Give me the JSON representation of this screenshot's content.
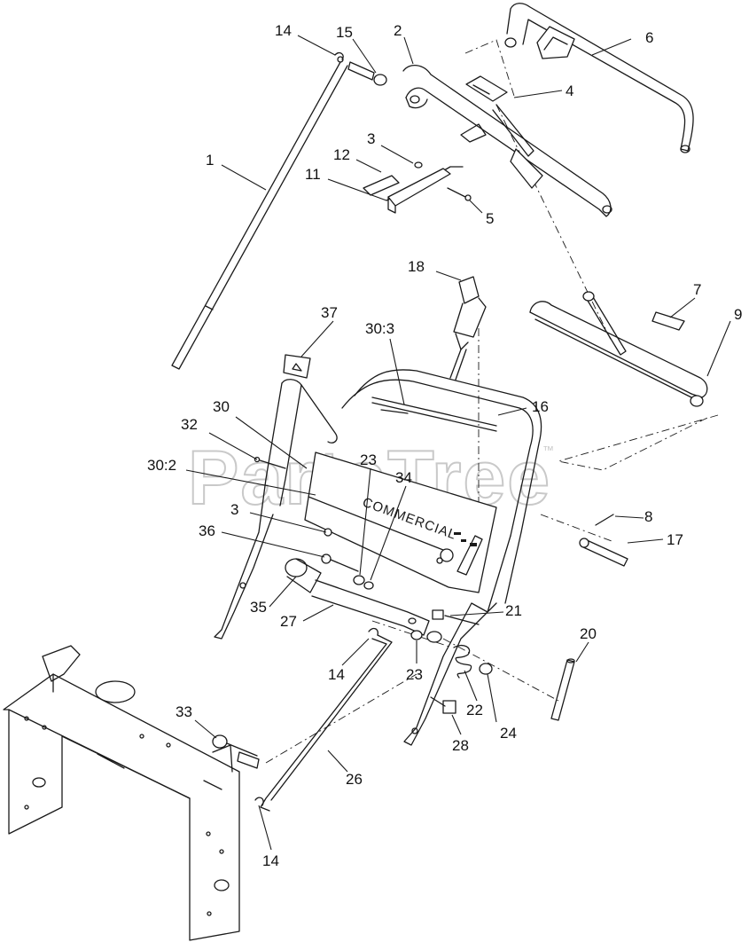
{
  "watermark": {
    "text": "PartsTree",
    "trademark": "™"
  },
  "decal_text": "COMMERCIAL",
  "callouts": [
    {
      "id": "c14a",
      "label": "14"
    },
    {
      "id": "c15",
      "label": "15"
    },
    {
      "id": "c2",
      "label": "2"
    },
    {
      "id": "c6",
      "label": "6"
    },
    {
      "id": "c4",
      "label": "4"
    },
    {
      "id": "c3a",
      "label": "3"
    },
    {
      "id": "c12",
      "label": "12"
    },
    {
      "id": "c1",
      "label": "1"
    },
    {
      "id": "c11",
      "label": "11"
    },
    {
      "id": "c5",
      "label": "5"
    },
    {
      "id": "c18",
      "label": "18"
    },
    {
      "id": "c7",
      "label": "7"
    },
    {
      "id": "c9",
      "label": "9"
    },
    {
      "id": "c37",
      "label": "37"
    },
    {
      "id": "c30_3",
      "label": "30:3"
    },
    {
      "id": "c16",
      "label": "16"
    },
    {
      "id": "c30",
      "label": "30"
    },
    {
      "id": "c32",
      "label": "32"
    },
    {
      "id": "c30_2",
      "label": "30:2"
    },
    {
      "id": "c23a",
      "label": "23"
    },
    {
      "id": "c34",
      "label": "34"
    },
    {
      "id": "c3b",
      "label": "3"
    },
    {
      "id": "c8",
      "label": "8"
    },
    {
      "id": "c36",
      "label": "36"
    },
    {
      "id": "c17",
      "label": "17"
    },
    {
      "id": "c35",
      "label": "35"
    },
    {
      "id": "c27",
      "label": "27"
    },
    {
      "id": "c21",
      "label": "21"
    },
    {
      "id": "c20",
      "label": "20"
    },
    {
      "id": "c14b",
      "label": "14"
    },
    {
      "id": "c23b",
      "label": "23"
    },
    {
      "id": "c22",
      "label": "22"
    },
    {
      "id": "c24",
      "label": "24"
    },
    {
      "id": "c33",
      "label": "33"
    },
    {
      "id": "c28",
      "label": "28"
    },
    {
      "id": "c26",
      "label": "26"
    },
    {
      "id": "c14c",
      "label": "14"
    }
  ]
}
